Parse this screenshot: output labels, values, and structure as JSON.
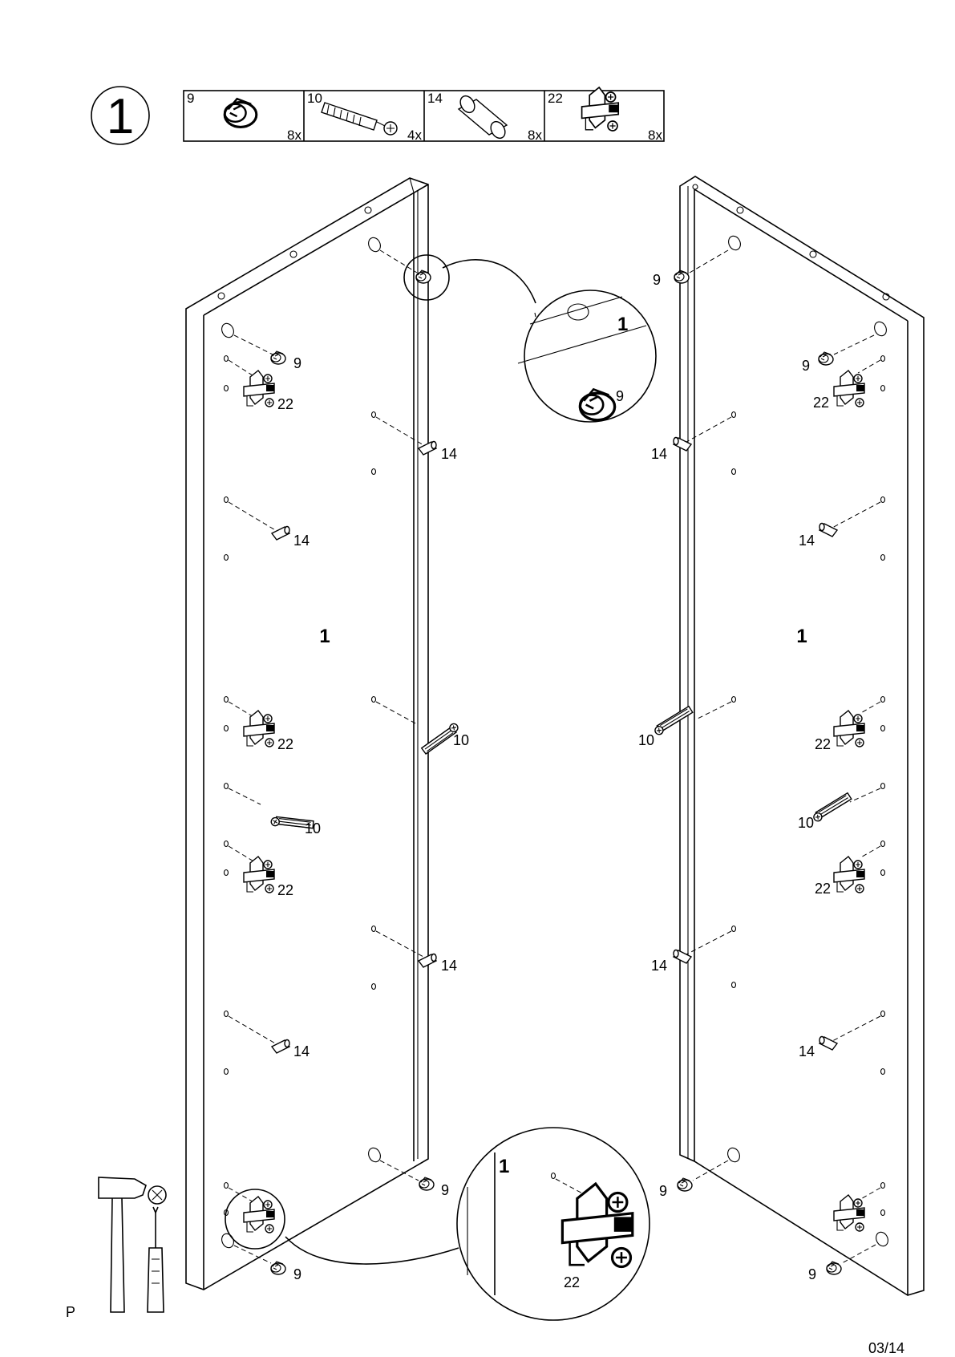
{
  "step": {
    "number": "1"
  },
  "parts_box": [
    {
      "id": "9",
      "qty": "8x",
      "icon": "cam-lock-icon"
    },
    {
      "id": "10",
      "qty": "4x",
      "icon": "dowel-bolt-icon"
    },
    {
      "id": "14",
      "qty": "8x",
      "icon": "wooden-dowel-icon"
    },
    {
      "id": "22",
      "qty": "8x",
      "icon": "hinge-plate-icon"
    }
  ],
  "panels": {
    "left": "1",
    "right": "1",
    "detail_top": "1",
    "detail_bottom": "1"
  },
  "callouts": {
    "cam": "9",
    "bolt": "10",
    "dowel": "14",
    "hinge": "22"
  },
  "tools": [
    "hammer-icon",
    "screwdriver-icon",
    "no-power-drill-icon"
  ],
  "footer": {
    "left": "P",
    "page": "03/14"
  }
}
